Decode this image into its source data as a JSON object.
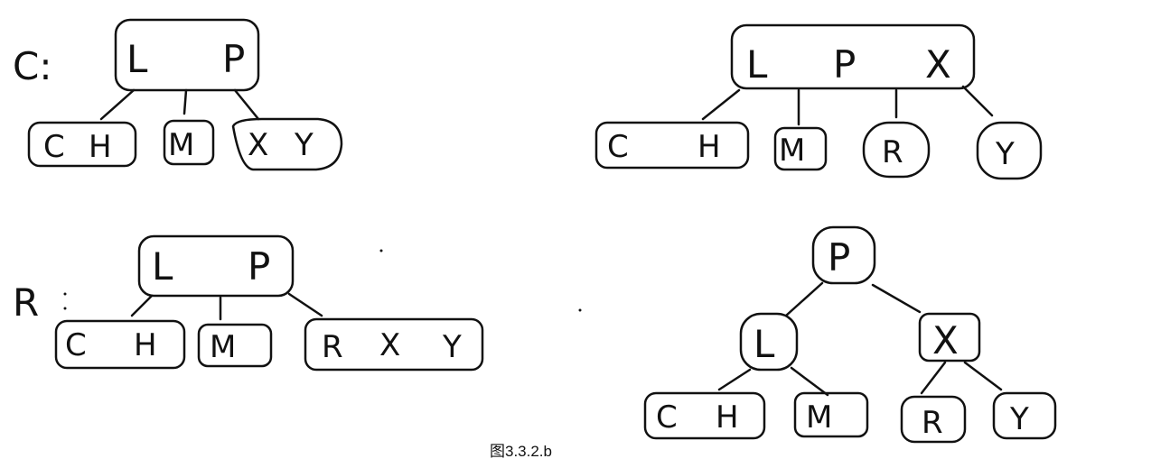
{
  "caption": "图3.3.2.b",
  "diagram_c_before": {
    "label": "C:",
    "root": [
      "L",
      "P"
    ],
    "children": [
      [
        "C",
        "H"
      ],
      [
        "M"
      ],
      [
        "X",
        "Y"
      ]
    ]
  },
  "diagram_c_after": {
    "root": [
      "L",
      "P",
      "X"
    ],
    "children": [
      [
        "C",
        "H"
      ],
      [
        "M"
      ],
      [
        "R"
      ],
      [
        "Y"
      ]
    ]
  },
  "diagram_r_before": {
    "label": "R",
    "root": [
      "L",
      "P"
    ],
    "children": [
      [
        "C",
        "H"
      ],
      [
        "M"
      ],
      [
        "R",
        "X",
        "Y"
      ]
    ]
  },
  "diagram_r_after": {
    "root": [
      "P"
    ],
    "level2": [
      [
        "L"
      ],
      [
        "X"
      ]
    ],
    "leaves": [
      [
        "C",
        "H"
      ],
      [
        "M"
      ],
      [
        "R"
      ],
      [
        "Y"
      ]
    ]
  }
}
